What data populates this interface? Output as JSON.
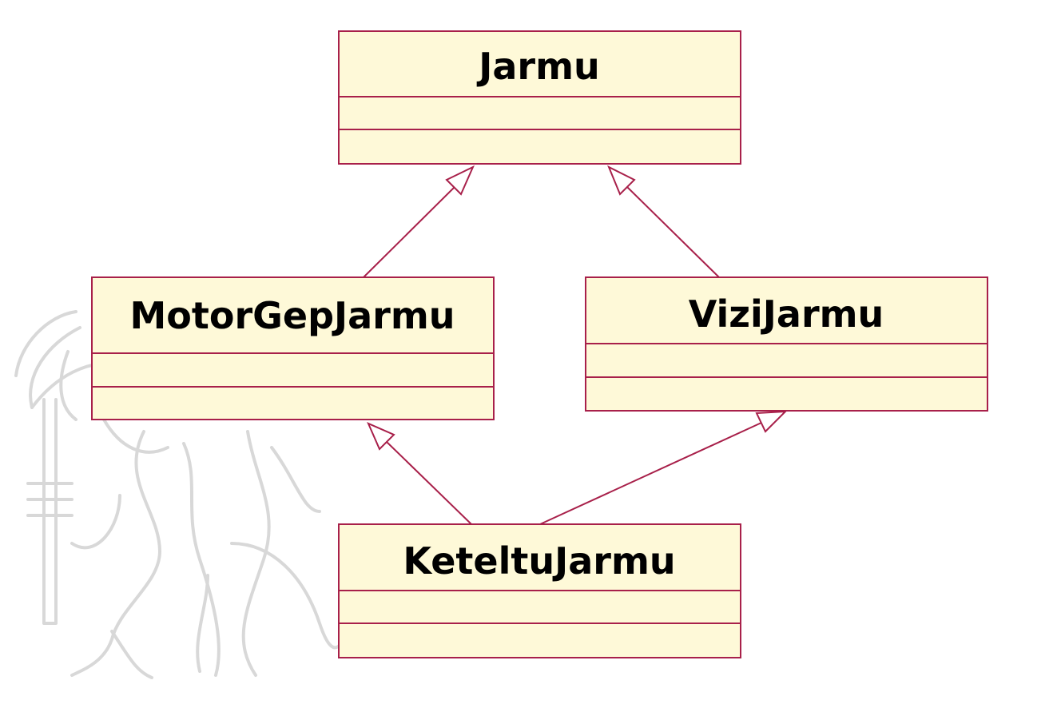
{
  "diagram": {
    "type": "uml-class-diagram",
    "classes": [
      {
        "id": "jarmu",
        "name": "Jarmu",
        "attributes": [],
        "methods": []
      },
      {
        "id": "motorgepjarmu",
        "name": "MotorGepJarmu",
        "attributes": [],
        "methods": []
      },
      {
        "id": "vizijarmu",
        "name": "ViziJarmu",
        "attributes": [],
        "methods": []
      },
      {
        "id": "keteltujarmu",
        "name": "KeteltuJarmu",
        "attributes": [],
        "methods": []
      }
    ],
    "relations": [
      {
        "type": "generalization",
        "from": "MotorGepJarmu",
        "to": "Jarmu"
      },
      {
        "type": "generalization",
        "from": "ViziJarmu",
        "to": "Jarmu"
      },
      {
        "type": "generalization",
        "from": "KeteltuJarmu",
        "to": "MotorGepJarmu"
      },
      {
        "type": "generalization",
        "from": "KeteltuJarmu",
        "to": "ViziJarmu"
      }
    ]
  },
  "colors": {
    "class_fill": "#fef9d8",
    "class_stroke": "#a8204a",
    "edge_stroke": "#a8204a",
    "watermark": "#d8d8d8",
    "background": "#ffffff"
  },
  "watermark": {
    "icon": "griffin-emblem-icon"
  }
}
